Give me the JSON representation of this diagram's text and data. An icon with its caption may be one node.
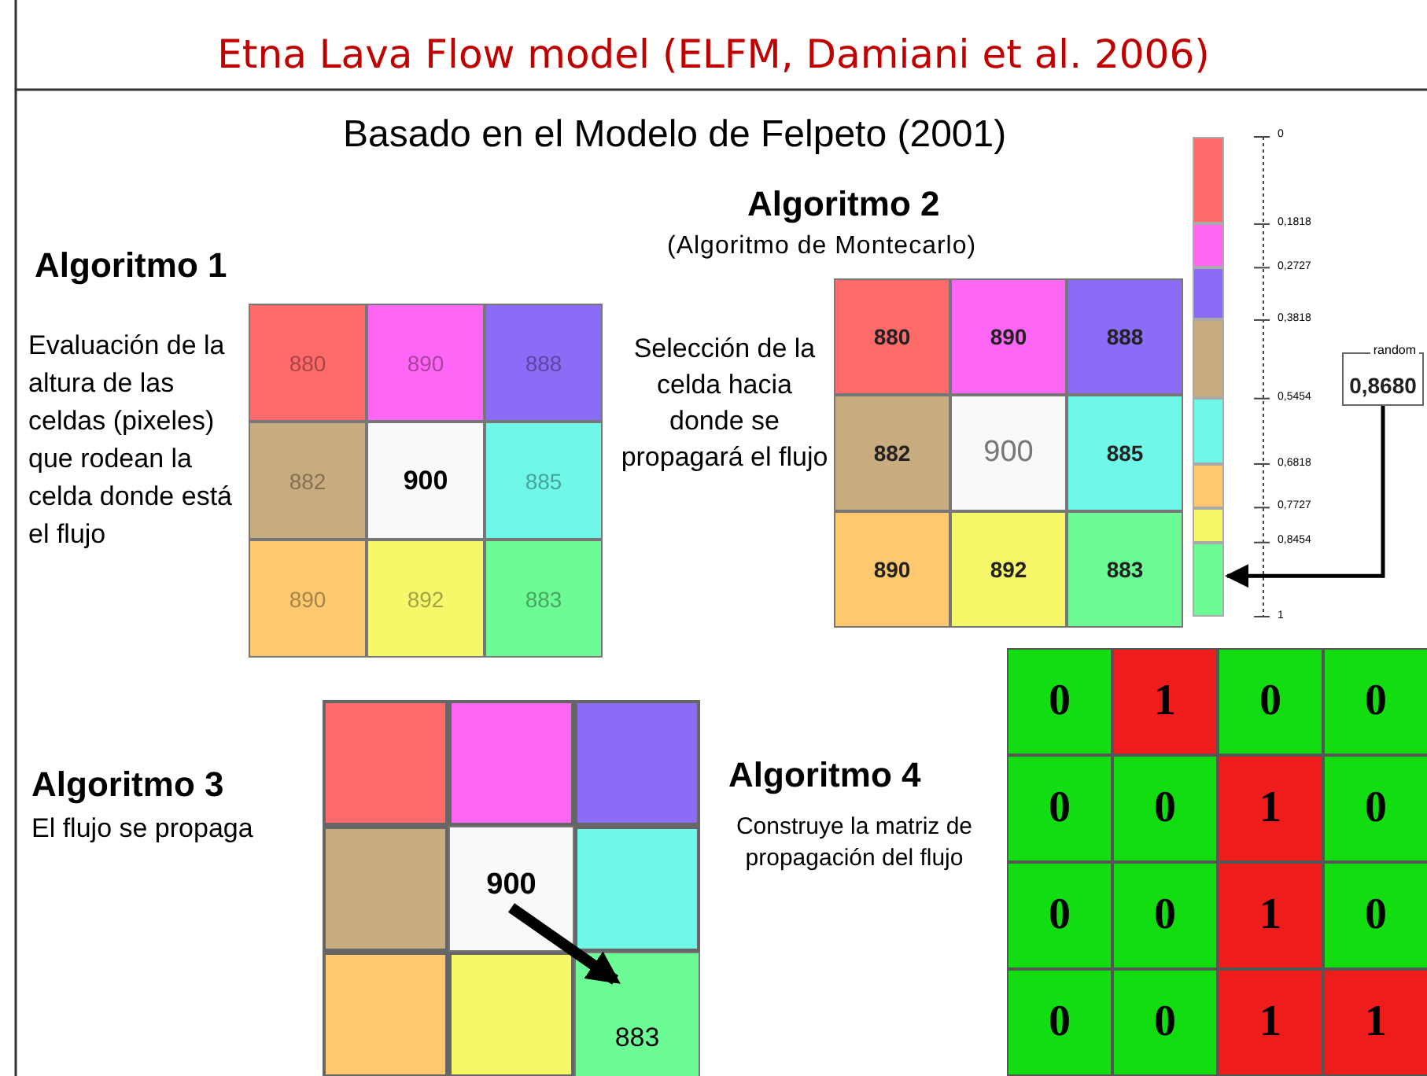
{
  "diagram": {
    "title": "Etna Lava Flow model (ELFM, Damiani et al. 2006)",
    "nodes": [
      {
        "text": [
          "880"
        ]
      },
      {
        "text": [
          "890"
        ]
      },
      {
        "text": [
          "888"
        ]
      },
      {
        "text": [
          "882"
        ]
      },
      {
        "text": [
          "900"
        ]
      },
      {
        "text": [
          "885"
        ]
      },
      {
        "text": [
          "890"
        ]
      },
      {
        "text": [
          "892"
        ]
      },
      {
        "text": [
          "883"
        ]
      },
      {
        "text": [
          "880"
        ]
      },
      {
        "text": [
          "890"
        ]
      },
      {
        "text": [
          "888"
        ]
      },
      {
        "text": [
          "882"
        ]
      },
      {
        "text": [
          "900"
        ]
      },
      {
        "text": [
          "885"
        ]
      },
      {
        "text": [
          "890"
        ]
      },
      {
        "text": [
          "892"
        ]
      },
      {
        "text": [
          "883"
        ]
      },
      {
        "text": [],
        "shape": "bar"
      },
      {
        "text": [],
        "shape": "bar"
      },
      {
        "text": [],
        "shape": "bar"
      },
      {
        "text": [],
        "shape": "bar"
      },
      {
        "text": [],
        "shape": "bar"
      },
      {
        "text": [],
        "shape": "bar"
      },
      {
        "text": [],
        "shape": "bar"
      },
      {
        "text": [],
        "shape": "bar"
      },
      {
        "text": [
          "random",
          "0,8680"
        ]
      },
      {
        "text": [],
        "shape": "box"
      },
      {
        "text": [],
        "shape": "box"
      },
      {
        "text": [],
        "shape": "box"
      },
      {
        "text": [],
        "shape": "box"
      },
      {
        "text": [
          "900"
        ]
      },
      {
        "text": [],
        "shape": "box"
      },
      {
        "text": [],
        "shape": "box"
      },
      {
        "text": [],
        "shape": "box"
      },
      {
        "text": [
          "883"
        ]
      },
      {
        "text": [
          "0"
        ]
      },
      {
        "text": [
          "1"
        ]
      },
      {
        "text": [
          "0"
        ]
      },
      {
        "text": [
          "0"
        ]
      },
      {
        "text": [
          "0"
        ]
      },
      {
        "text": [
          "0"
        ]
      },
      {
        "text": [
          "1"
        ]
      },
      {
        "text": [
          "0"
        ]
      },
      {
        "text": [
          "0"
        ]
      },
      {
        "text": [
          "0"
        ]
      },
      {
        "text": [
          "1"
        ]
      },
      {
        "text": [
          "0"
        ]
      },
      {
        "text": [
          "0"
        ]
      },
      {
        "text": [
          "0"
        ]
      },
      {
        "text": [
          "1"
        ]
      },
      {
        "text": [
          "1"
        ]
      }
    ],
    "edges": [
      {
        "from": 26,
        "to": 25,
        "arrow": "to"
      },
      {
        "from": 31,
        "to": 35,
        "arrow": "to",
        "style": "thick"
      }
    ],
    "labels": [
      "Basado en el Modelo de Felpeto (2001)",
      "Algoritmo 1",
      "Evaluación de la altura de las celdas (pixeles) que rodean la celda donde está el flujo",
      "Algoritmo 2",
      "(Algoritmo de Montecarlo)",
      "Selección de la celda hacia donde se propagará el flujo",
      "0",
      "0,1818",
      "0,2727",
      "0,3818",
      "0,5454",
      "0,6818",
      "0,7727",
      "0,8454",
      "1",
      "Algoritmo 3",
      "El flujo se propaga",
      "Algoritmo 4",
      "Construye la matriz de propagación del flujo"
    ]
  }
}
